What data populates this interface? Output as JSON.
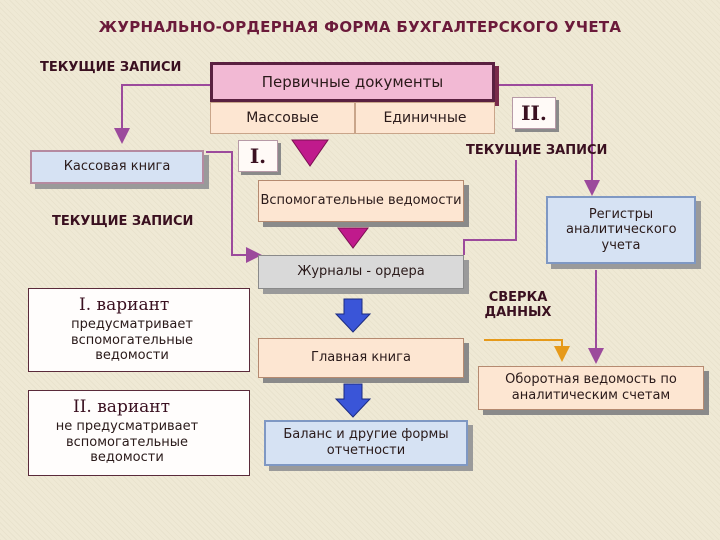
{
  "title": "ЖУРНАЛЬНО-ОРДЕРНАЯ ФОРМА БУХГАЛТЕРСКОГО УЧЕТА",
  "labels": {
    "current_records_top": "ТЕКУЩИЕ ЗАПИСИ",
    "current_records_left": "ТЕКУЩИЕ ЗАПИСИ",
    "current_records_right": "ТЕКУЩИЕ ЗАПИСИ",
    "reconciliation": "СВЕРКА ДАННЫХ",
    "roman_one": "I.",
    "roman_two": "II."
  },
  "nodes": {
    "primary_docs": "Первичные документы",
    "mass": "Массовые",
    "single": "Единичные",
    "cash_book": "Кассовая книга",
    "aux_statements": "Вспомогательные ведомости",
    "analytic_registers": "Регистры аналитического учета",
    "journal_orders": "Журналы - ордера",
    "general_ledger": "Главная книга",
    "turnover_statement": "Оборотная ведомость по аналитическим счетам",
    "balance": "Баланс и другие формы отчетности"
  },
  "variants": {
    "one_title": "I. вариант",
    "one_text": "предусматривает вспомогательные ведомости",
    "two_title": "II. вариант",
    "two_text": "не предусматривает вспомогательные ведомости"
  },
  "colors": {
    "line": "#9c4a9c",
    "arrow_magenta": "#c01a8c",
    "arrow_blue": "#3a55d8",
    "arrow_orange": "#e69a1a"
  }
}
